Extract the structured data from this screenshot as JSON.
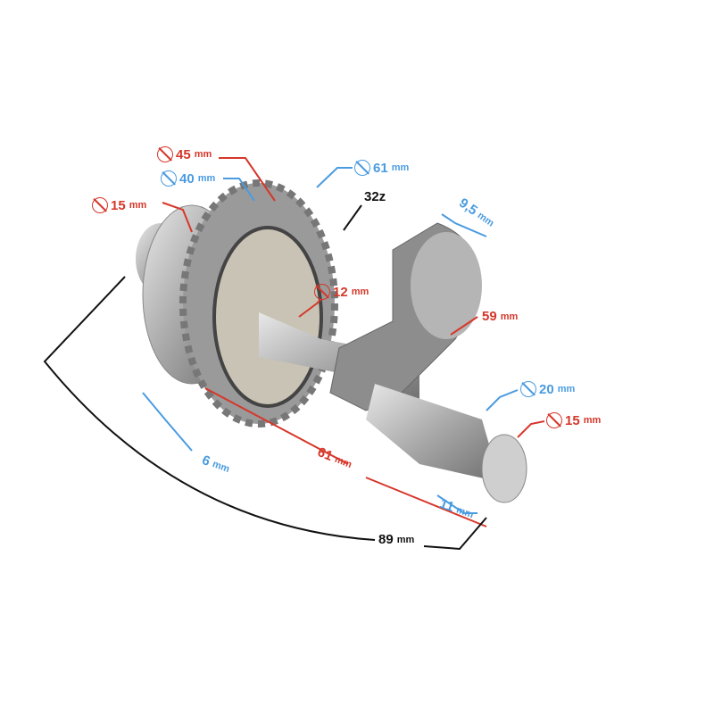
{
  "colors": {
    "red": "#d6372a",
    "blue": "#4a9be0",
    "black": "#111111"
  },
  "dimensions": {
    "gear_outer": {
      "value": "45",
      "unit": "mm"
    },
    "gear_inner": {
      "value": "40",
      "unit": "mm"
    },
    "gear_tip": {
      "value": "61",
      "unit": "mm"
    },
    "teeth": {
      "value": "32z"
    },
    "left_shaft": {
      "value": "15",
      "unit": "mm"
    },
    "crank_web": {
      "value": "9,5",
      "unit": "mm"
    },
    "middle_shaft": {
      "value": "12",
      "unit": "mm"
    },
    "crank_radius": {
      "value": "59",
      "unit": "mm"
    },
    "pin_collar": {
      "value": "20",
      "unit": "mm"
    },
    "pin": {
      "value": "15",
      "unit": "mm"
    },
    "gear_width": {
      "value": "6",
      "unit": "mm"
    },
    "shaft_length": {
      "value": "61",
      "unit": "mm"
    },
    "pin_length": {
      "value": "11",
      "unit": "mm"
    },
    "total_length": {
      "value": "89",
      "unit": "mm"
    }
  }
}
